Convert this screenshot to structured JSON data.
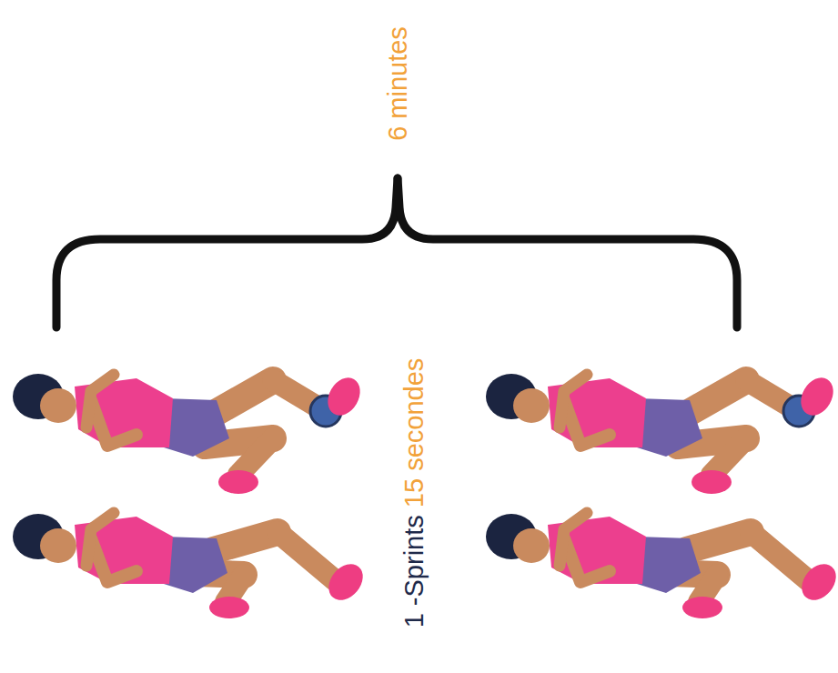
{
  "diagram": {
    "labels": [
      "6 minutes",
      "1 -Sprints",
      "15 secondes"
    ]
  }
}
